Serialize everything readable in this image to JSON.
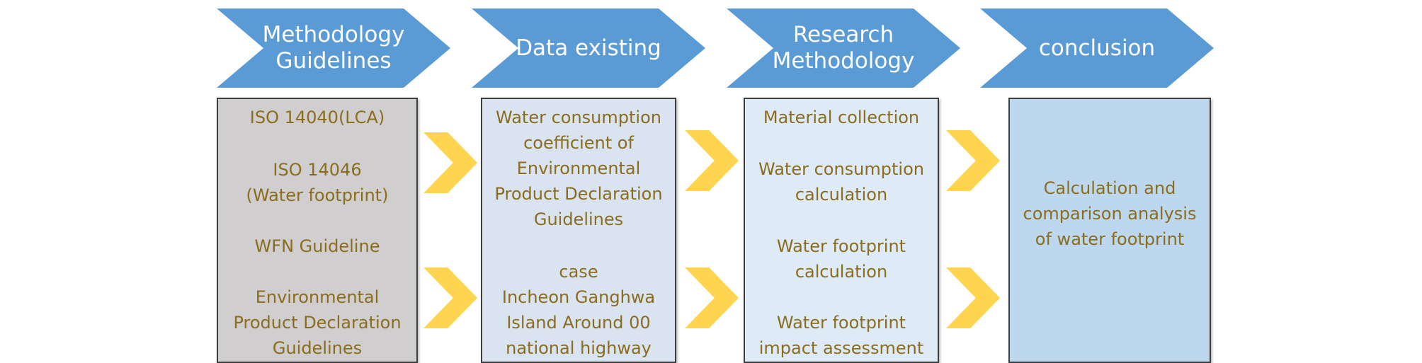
{
  "stages": [
    {
      "label": "Methodology\nGuidelines"
    },
    {
      "label": "Data existing"
    },
    {
      "label": "Research\nMethodology"
    },
    {
      "label": "conclusion"
    }
  ],
  "boxes": {
    "guidelines": {
      "items": [
        "ISO 14040(LCA)",
        "ISO 14046\n(Water footprint)",
        "WFN Guideline",
        "Environmental\nProduct Declaration\nGuidelines"
      ]
    },
    "data": {
      "items": [
        "Water consumption\ncoefficient of\nEnvironmental\nProduct Declaration\nGuidelines",
        "case\nIncheon Ganghwa\nIsland Around 00\nnational highway"
      ]
    },
    "research": {
      "items": [
        "Material collection",
        "Water consumption\ncalculation",
        "Water footprint\ncalculation",
        "Water footprint\nimpact assessment"
      ]
    },
    "conclusion": {
      "text": "Calculation and\ncomparison analysis\nof water footprint"
    }
  },
  "colors": {
    "chevron": "#5b9bd5",
    "box1": "#d0cece",
    "box2": "#dae3f0",
    "box3": "#deebf7",
    "box4": "#bdd7ee",
    "arrow": "#ffd54f",
    "text": "#8a6d1e"
  }
}
